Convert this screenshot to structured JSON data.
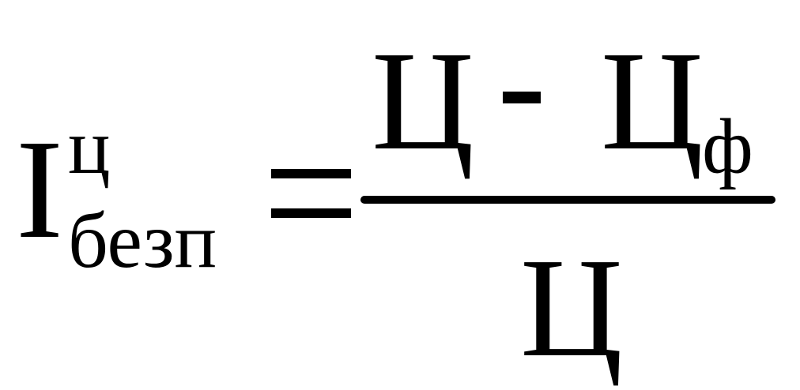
{
  "formula": {
    "lhs": {
      "main": "I",
      "superscript": "ц",
      "subscript": "безп"
    },
    "relation": "=",
    "numerator": {
      "term1": "Ц",
      "operator": "-",
      "term2": "Ц",
      "term2_subscript": "ф"
    },
    "denominator": "Ц"
  }
}
